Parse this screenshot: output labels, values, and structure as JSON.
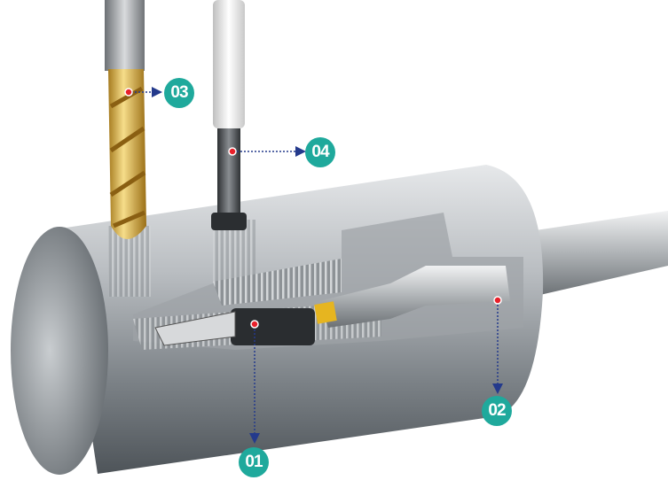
{
  "colors": {
    "badge": "#1fa99c",
    "marker": "#e8202a",
    "leader": "#243a8c"
  },
  "callouts": [
    {
      "id": "01",
      "label": "01"
    },
    {
      "id": "02",
      "label": "02"
    },
    {
      "id": "03",
      "label": "03"
    },
    {
      "id": "04",
      "label": "04"
    }
  ]
}
